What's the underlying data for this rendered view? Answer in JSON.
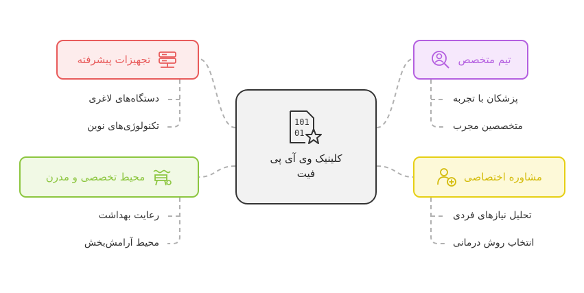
{
  "center": {
    "line1": "کلینیک وی آی پی",
    "line2": "فیت",
    "icon": "binary-star-icon"
  },
  "nodes": {
    "equipment": {
      "label": "تجهیزات پیشرفته",
      "icon": "server-icon",
      "color": "#e85a5a",
      "fill": "#fdecec",
      "items": [
        "دستگاه‌های لاغری",
        "تکنولوژی‌های نوین"
      ]
    },
    "team": {
      "label": "تیم متخصص",
      "icon": "doctor-search-icon",
      "color": "#b45fe0",
      "fill": "#f6e8fc",
      "items": [
        "پزشکان با تجربه",
        "متخصصین مجرب"
      ]
    },
    "environment": {
      "label": "محیط تخصصی و مدرن",
      "icon": "bed-waves-icon",
      "color": "#8cc63f",
      "fill": "#f1f9e5",
      "items": [
        "رعایت بهداشت",
        "محیط آرامش‌بخش"
      ]
    },
    "consult": {
      "label": "مشاوره اختصاصی",
      "icon": "user-plus-icon",
      "color": "#e6cf14",
      "fill": "#fdf9d8",
      "items": [
        "تحلیل نیازهای فردی",
        "انتخاب روش درمانی"
      ]
    }
  }
}
